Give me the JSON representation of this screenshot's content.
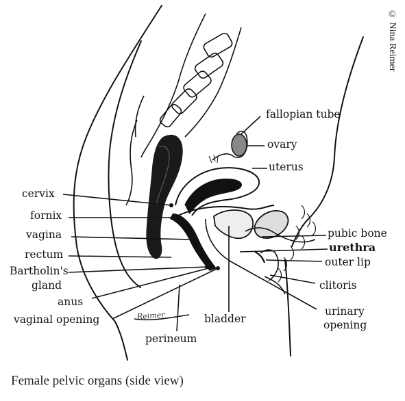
{
  "copyright": "© Nina Reimer",
  "signature": "Reimer",
  "caption": "Female pelvic organs (side view)",
  "labels": {
    "fallopian_tube": "fallopian tube",
    "ovary": "ovary",
    "uterus": "uterus",
    "cervix": "cervix",
    "fornix": "fornix",
    "vagina": "vagina",
    "rectum": "rectum",
    "bartholins_line1": "Bartholin's",
    "bartholins_line2": "gland",
    "anus": "anus",
    "vaginal_opening": "vaginal opening",
    "perineum": "perineum",
    "bladder": "bladder",
    "pubic_bone": "pubic bone",
    "urethra": "urethra",
    "outer_lip": "outer lip",
    "clitoris": "clitoris",
    "urinary_line1": "urinary",
    "urinary_line2": "opening"
  }
}
